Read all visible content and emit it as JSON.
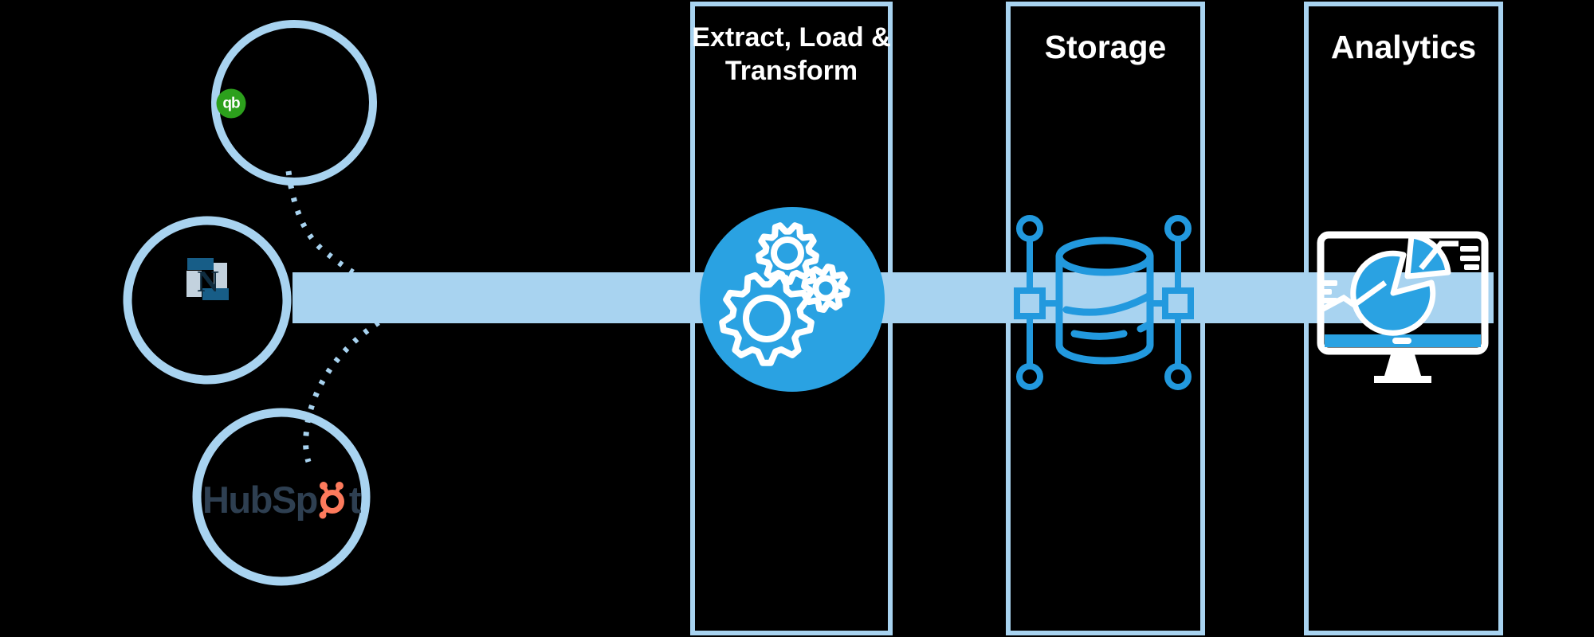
{
  "sources": [
    {
      "name": "QuickBooks",
      "badge_text": "qb"
    },
    {
      "name": "NetSuite",
      "monogram": "N"
    },
    {
      "name": "HubSpot",
      "wordmark_before": "HubSp",
      "wordmark_after": "t"
    }
  ],
  "stages": [
    {
      "title_line1": "Extract, Load &",
      "title_line2": "Transform",
      "icon": "gears-icon"
    },
    {
      "title": "Storage",
      "icon": "database-network-icon"
    },
    {
      "title": "Analytics",
      "icon": "monitor-pie-chart-icon"
    }
  ],
  "colors": {
    "background": "#000000",
    "light_blue": "#a8d3f0",
    "bright_blue": "#2aa2e2",
    "icon_blue": "#2299de",
    "white": "#ffffff",
    "quickbooks_green": "#2ca01c",
    "hubspot_orange": "#fd7a5c",
    "hubspot_navy": "#2e3f51",
    "netsuite_dark": "#175d87",
    "netsuite_light": "#c3d2de",
    "netsuite_monogram": "#0f2c3f"
  }
}
